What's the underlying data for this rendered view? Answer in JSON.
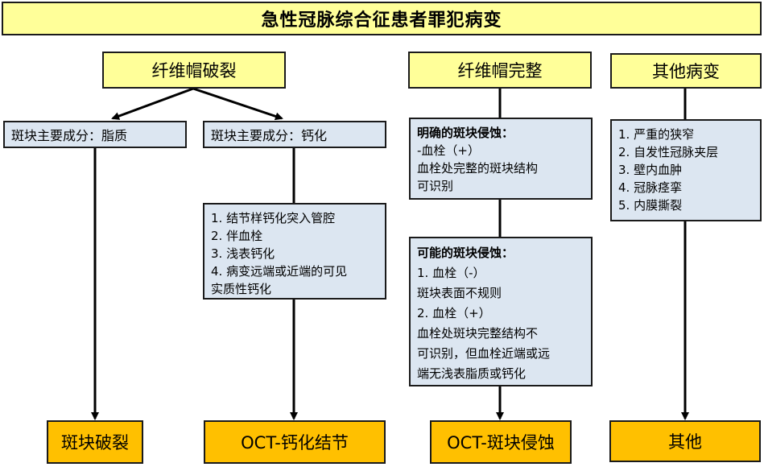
{
  "title": "急性冠脉综合征患者罪犯病变",
  "categories": {
    "rupture": "纤维帽破裂",
    "intact": "纤维帽完整",
    "other": "其他病变"
  },
  "rupture_branches": {
    "lipid": "斑块主要成分：脂质",
    "calcified": "斑块主要成分：钙化"
  },
  "calcified_criteria": [
    "1. 结节样钙化突入管腔",
    "2. 伴血栓",
    "3. 浅表钙化",
    "4. 病变远端或近端的可见",
    "实质性钙化"
  ],
  "definite_erosion": {
    "heading": "明确的斑块侵蚀：",
    "lines": [
      "-血栓（+）",
      " 血栓处完整的斑块结构",
      "可识别"
    ]
  },
  "probable_erosion": {
    "heading": "可能的斑块侵蚀：",
    "lines": [
      "1. 血栓（-）",
      " 斑块表面不规则",
      "2. 血栓（+）",
      " 血栓处斑块完整结构不",
      "可识别，但血栓近端或远",
      "端无浅表脂质或钙化"
    ]
  },
  "other_criteria": [
    "1. 严重的狭窄",
    "2. 自发性冠脉夹层",
    "3. 壁内血肿",
    "4. 冠脉痉挛",
    "5. 内膜撕裂"
  ],
  "outcomes": {
    "rupture": "斑块破裂",
    "calcified_nodule": "OCT-钙化结节",
    "erosion": "OCT-斑块侵蚀",
    "other": "其他"
  }
}
